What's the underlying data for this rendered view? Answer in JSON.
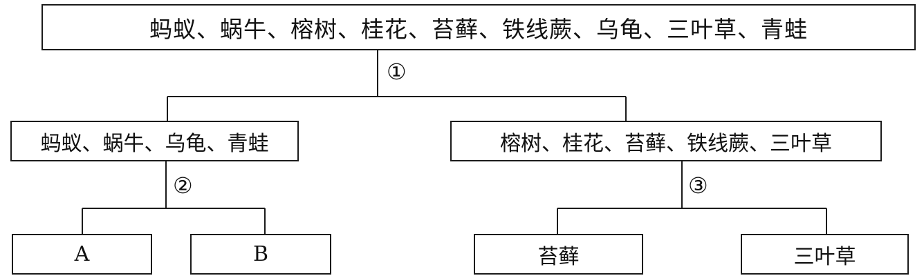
{
  "root_box": {
    "text": "蚂蚁、蜗牛、榕树、桂花、苔藓、铁线蕨、乌龟、三叶草、青蛙"
  },
  "step_labels": {
    "step1": "①",
    "step2": "②",
    "step3": "③"
  },
  "level2": {
    "animals": {
      "text": "蚂蚁、蜗牛、乌龟、青蛙"
    },
    "plants": {
      "text": "榕树、桂花、苔藓、铁线蕨、三叶草"
    }
  },
  "level3": {
    "a": {
      "text": "A"
    },
    "b": {
      "text": "B"
    },
    "moss": {
      "text": "苔藓"
    },
    "clover": {
      "text": "三叶草"
    }
  }
}
